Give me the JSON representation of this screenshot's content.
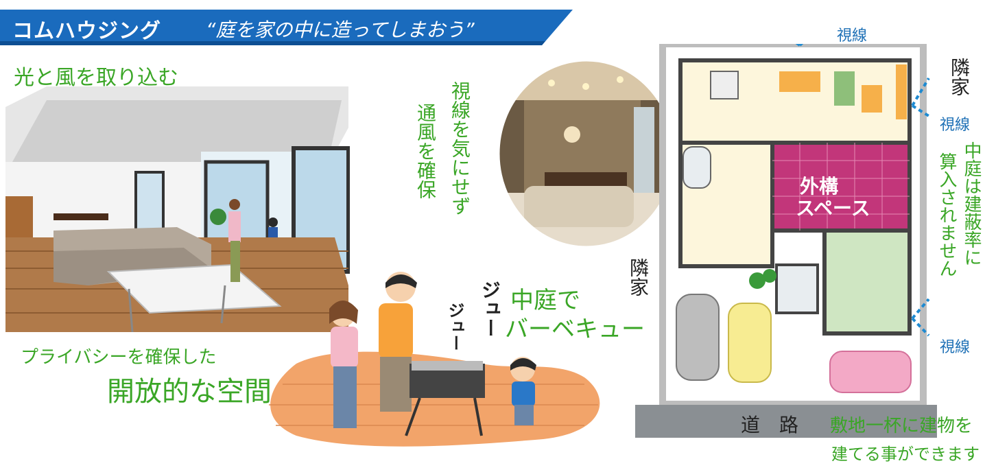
{
  "header": {
    "brand": "コムハウジング",
    "slogan": "“庭を家の中に造ってしまおう”",
    "colors": {
      "band": "#1a6bbd",
      "band_dark": "#0d4f93"
    }
  },
  "captions": {
    "light_wind": "光と風を取り込む",
    "privacy": "プライバシーを確保した",
    "open_space": "開放的な空間",
    "ventilation_1": "視線を気にせず",
    "ventilation_2": "通風を確保",
    "sizzle_1": "ジュー",
    "sizzle_2": "ジュー",
    "courtyard_bbq_1": "中庭で",
    "courtyard_bbq_2": "バーベキュー",
    "full_site_1": "敷地一杯に建物を",
    "full_site_2": "建てる事ができます",
    "courtyard_note_1": "中庭は建蔽率に",
    "courtyard_note_2": "算入されません"
  },
  "plan": {
    "exterior_space_1": "外構",
    "exterior_space_2": "スペース",
    "neighbor_top": "隣家",
    "neighbor_left": "隣家",
    "road": "道　路",
    "sightline_top": "視線",
    "sightline_right_top": "視線",
    "sightline_right_bottom": "視線",
    "colors": {
      "room": "#fdf6dc",
      "courtyard": "#c2367a",
      "tatami": "#cfe6c2",
      "wall": "#444444",
      "road": "#8a8f93",
      "arrow": "#1e8ad1"
    }
  },
  "colors": {
    "green_text": "#3aa626",
    "red_text": "#e83030",
    "floor": "#f2a46a"
  }
}
